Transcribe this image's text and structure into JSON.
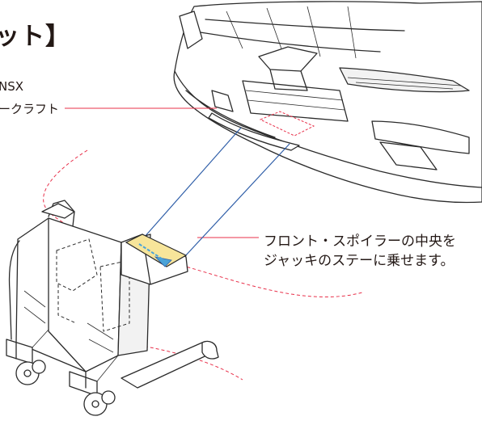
{
  "title": "ット】",
  "labels": {
    "model": "NSX",
    "part": "ークラフト"
  },
  "callout": {
    "line1": "フロント・スポイラーの中央を",
    "line2": "ジャッキのステーに乗せます。"
  },
  "colors": {
    "guide_line_red": "#e8304a",
    "leader_blue": "#2f5ea8",
    "pad_yellow": "#f7e59a",
    "arrow_blue": "#4aa3d8",
    "outline": "#2b2b2b"
  },
  "icons": [
    "car-front-illustration",
    "floor-jack-illustration",
    "jack-pad-arrow"
  ]
}
